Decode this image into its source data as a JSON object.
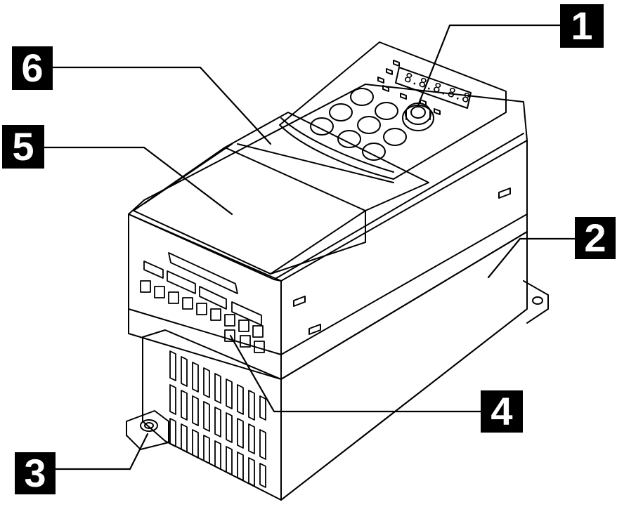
{
  "callouts": [
    {
      "id": "1",
      "label": "1",
      "part": "control-knob"
    },
    {
      "id": "2",
      "label": "2",
      "part": "side-housing"
    },
    {
      "id": "3",
      "label": "3",
      "part": "mounting-foot"
    },
    {
      "id": "4",
      "label": "4",
      "part": "terminal-block"
    },
    {
      "id": "5",
      "label": "5",
      "part": "front-cover"
    },
    {
      "id": "6",
      "label": "6",
      "part": "keypad-cover"
    }
  ],
  "display": {
    "readout": "8.8.8.8.8"
  },
  "colors": {
    "ink": "#000000",
    "background": "#ffffff",
    "label_bg": "#000000",
    "label_text": "#ffffff"
  }
}
